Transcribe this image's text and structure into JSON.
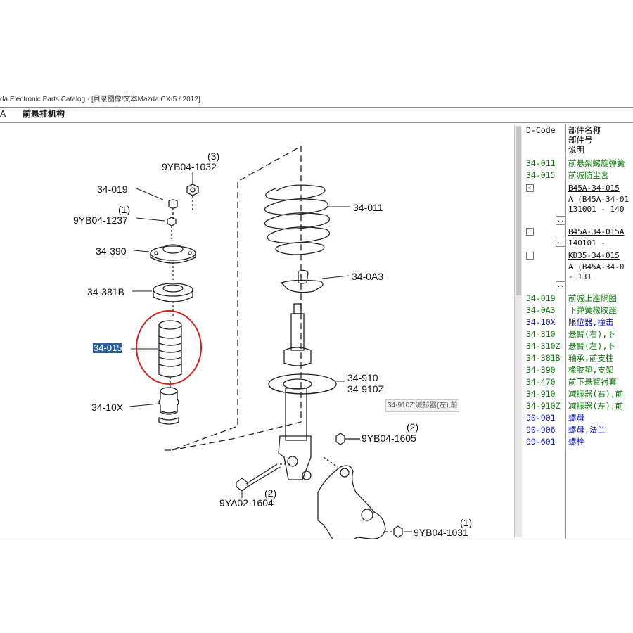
{
  "window": {
    "title": "da Electronic Parts Catalog - [目录图像/文本Mazda CX-5 / 2012]"
  },
  "section": {
    "code": "A",
    "name": "前悬挂机构"
  },
  "diagram": {
    "callouts": [
      {
        "id": "c-9yb04-1032-qty",
        "text": "(3)"
      },
      {
        "id": "c-9yb04-1032",
        "text": "9YB04-1032"
      },
      {
        "id": "c-34-019",
        "text": "34-019"
      },
      {
        "id": "c-9yb04-1237-qty",
        "text": "(1)"
      },
      {
        "id": "c-9yb04-1237",
        "text": "9YB04-1237"
      },
      {
        "id": "c-34-390",
        "text": "34-390"
      },
      {
        "id": "c-34-381b",
        "text": "34-381B"
      },
      {
        "id": "c-34-10x",
        "text": "34-10X"
      },
      {
        "id": "c-34-011",
        "text": "34-011"
      },
      {
        "id": "c-34-0a3",
        "text": "34-0A3"
      },
      {
        "id": "c-34-910",
        "text": "34-910"
      },
      {
        "id": "c-34-910z",
        "text": "34-910Z"
      },
      {
        "id": "c-9yb04-1605-qty",
        "text": "(2)"
      },
      {
        "id": "c-9yb04-1605",
        "text": "9YB04-1605"
      },
      {
        "id": "c-9ya02-1604-qty",
        "text": "(2)"
      },
      {
        "id": "c-9ya02-1604",
        "text": "9YA02-1604"
      },
      {
        "id": "c-9yb04-1031-qty",
        "text": "(1)"
      },
      {
        "id": "c-9yb04-1031",
        "text": "9YB04-1031"
      }
    ],
    "selected_label": "34-015",
    "tooltip": "34-910Z:减振器(左),前"
  },
  "parts_table": {
    "header": {
      "code": "D-Code",
      "desc_lines": [
        "部件名称",
        "部件号",
        "说明"
      ]
    },
    "rows_top": [
      {
        "code": "34-011",
        "desc": "前悬架螺旋弹簧",
        "color": "green"
      },
      {
        "code": "34-015",
        "desc": "前减防尘套",
        "color": "green"
      }
    ],
    "variants": [
      {
        "checked": "✓",
        "part": "B45A-34-015",
        "line1": "A (B45A-34-01",
        "line2": "131001 - 140",
        "expander": ".."
      },
      {
        "checked": "",
        "part": "B45A-34-015A",
        "line1": "140101 -",
        "line2": "",
        "expander": ".."
      },
      {
        "checked": "",
        "part": "KD35-34-015",
        "line1": "A (B45A-34-0",
        "line2": "- 131",
        "expander": ".."
      }
    ],
    "rows_bottom": [
      {
        "code": "34-019",
        "desc": "前减上座隔圈",
        "color": "green"
      },
      {
        "code": "34-0A3",
        "desc": "下弹簧橡胶座",
        "color": "green"
      },
      {
        "code": "34-10X",
        "desc": "限位器,撞击",
        "color": "blue"
      },
      {
        "code": "34-310",
        "desc": "悬臂(右),下",
        "color": "green"
      },
      {
        "code": "34-310Z",
        "desc": "悬臂(左),下",
        "color": "green"
      },
      {
        "code": "34-381B",
        "desc": "轴承,前支柱",
        "color": "green"
      },
      {
        "code": "34-390",
        "desc": "橡胶垫,支架",
        "color": "green"
      },
      {
        "code": "34-470",
        "desc": "前下悬臂衬套",
        "color": "green"
      },
      {
        "code": "34-910",
        "desc": "减振器(右),前",
        "color": "green"
      },
      {
        "code": "34-910Z",
        "desc": "减振器(左),前",
        "color": "green"
      },
      {
        "code": "90-901",
        "desc": "螺母",
        "color": "blue"
      },
      {
        "code": "90-906",
        "desc": "螺母,法兰",
        "color": "blue"
      },
      {
        "code": "99-601",
        "desc": "螺栓",
        "color": "blue"
      }
    ]
  },
  "colors": {
    "green_code": "#0d7a0d",
    "blue_code": "#1018d0",
    "highlight_circle": "#d0241b",
    "selection_bg": "#2d5d9e"
  }
}
